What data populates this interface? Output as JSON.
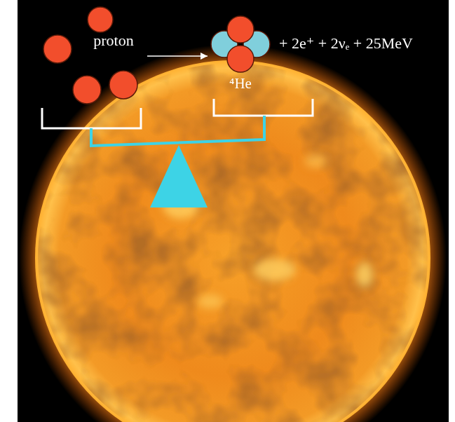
{
  "diagram": {
    "nodes": [
      {
        "text": [
          "proton"
        ]
      },
      {
        "text": [
          "⁴He"
        ]
      }
    ],
    "edges": [
      {
        "from": 0,
        "to": 1,
        "arrow": "to"
      }
    ],
    "labels": [
      "+ 2e⁺ + 2νₑ + 25MeV"
    ]
  }
}
